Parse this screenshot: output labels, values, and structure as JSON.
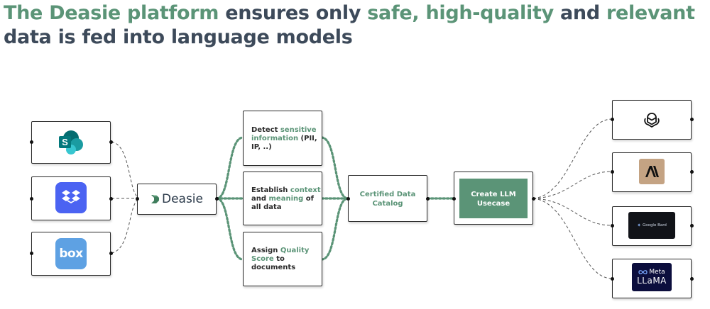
{
  "headline": {
    "p1": "The Deasie platform",
    "p2": " ensures only ",
    "p3": "safe, high-quality",
    "p4": " and ",
    "p5": "relevant",
    "p6": " data is fed into language models"
  },
  "sources": [
    "sharepoint-icon",
    "dropbox-icon",
    "box-icon"
  ],
  "box_logo_text": "box",
  "deasie_logo_text": "Deasie",
  "steps": [
    {
      "a": "Detect ",
      "b": "sensitive information",
      "c": " (PII, IP, ..)"
    },
    {
      "a": "Establish ",
      "b": "context",
      "c": " and ",
      "d": "meaning",
      "e": " of all data"
    },
    {
      "a": "Assign ",
      "b": "Quality Score",
      "c": " to documents"
    }
  ],
  "catalog_label": "Certified Data Catalog",
  "usecase_label": "Create LLM Usecase",
  "models": [
    "openai-icon",
    "anthropic-icon",
    "google-bard-icon",
    "meta-llama-icon"
  ],
  "bard_text": "Google Bard",
  "meta_text": "Meta",
  "llama_text": "LLaMA",
  "colors": {
    "accent": "#5b9477",
    "text": "#3d4a5a",
    "usecase_bg": "#5b9477"
  }
}
